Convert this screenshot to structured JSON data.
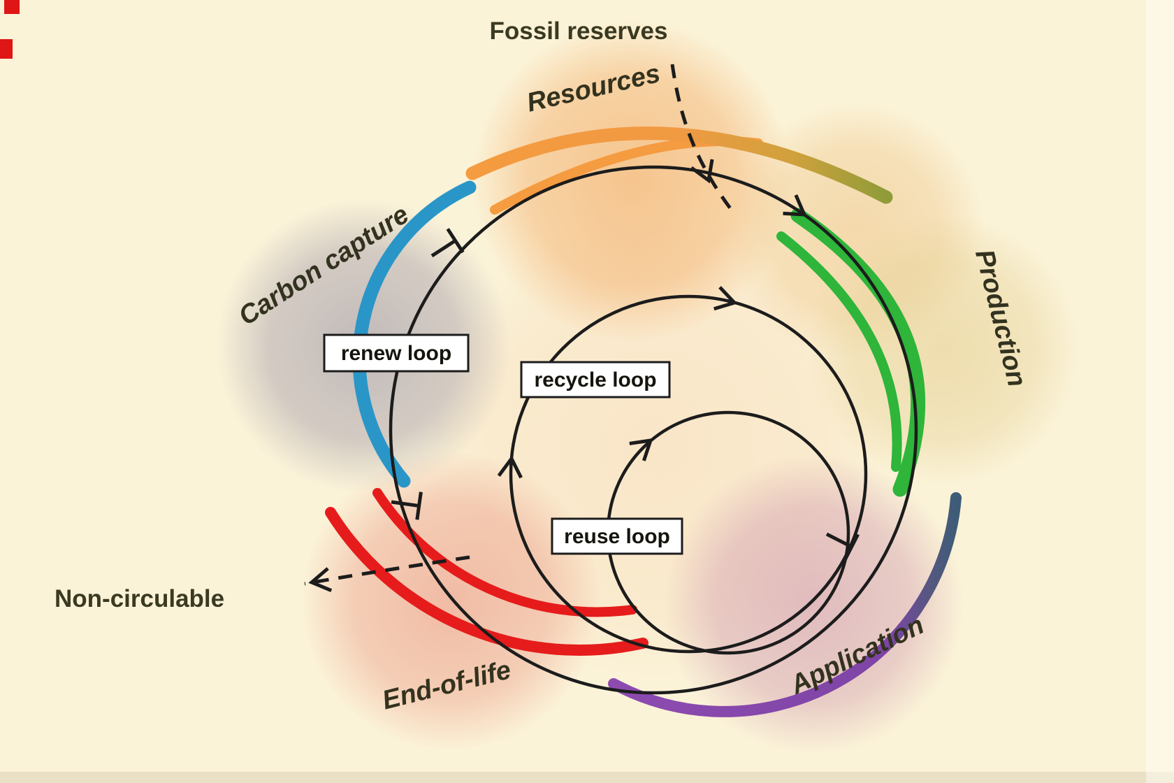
{
  "diagram": {
    "external": {
      "fossil_reserves": "Fossil reserves",
      "non_circulable": "Non-circulable"
    },
    "stages": {
      "resources": "Resources",
      "carbon_capture": "Carbon capture",
      "production": "Production",
      "application": "Application",
      "end_of_life": "End-of-life"
    },
    "loops": {
      "renew": "renew loop",
      "recycle": "recycle loop",
      "reuse": "reuse loop"
    },
    "glyphs": {
      "flow_arrow": "open-chevron-arrowhead",
      "junction_mark": "t-bar",
      "external_flow": "dashed-line"
    },
    "colors": {
      "background": "#fbf3d8",
      "resources_arc": "#f59b40",
      "resources_arc_olive_end": "#8f9c38",
      "carbon_capture_arc": "#2a96c8",
      "production_arc": "#2eb53a",
      "application_arc": "#8d4bb0",
      "application_arc_dark_end": "#3d5c78",
      "end_of_life_arc": "#e51c1b",
      "loop_line": "#1c1c1c",
      "label_text": "#33321f"
    }
  }
}
